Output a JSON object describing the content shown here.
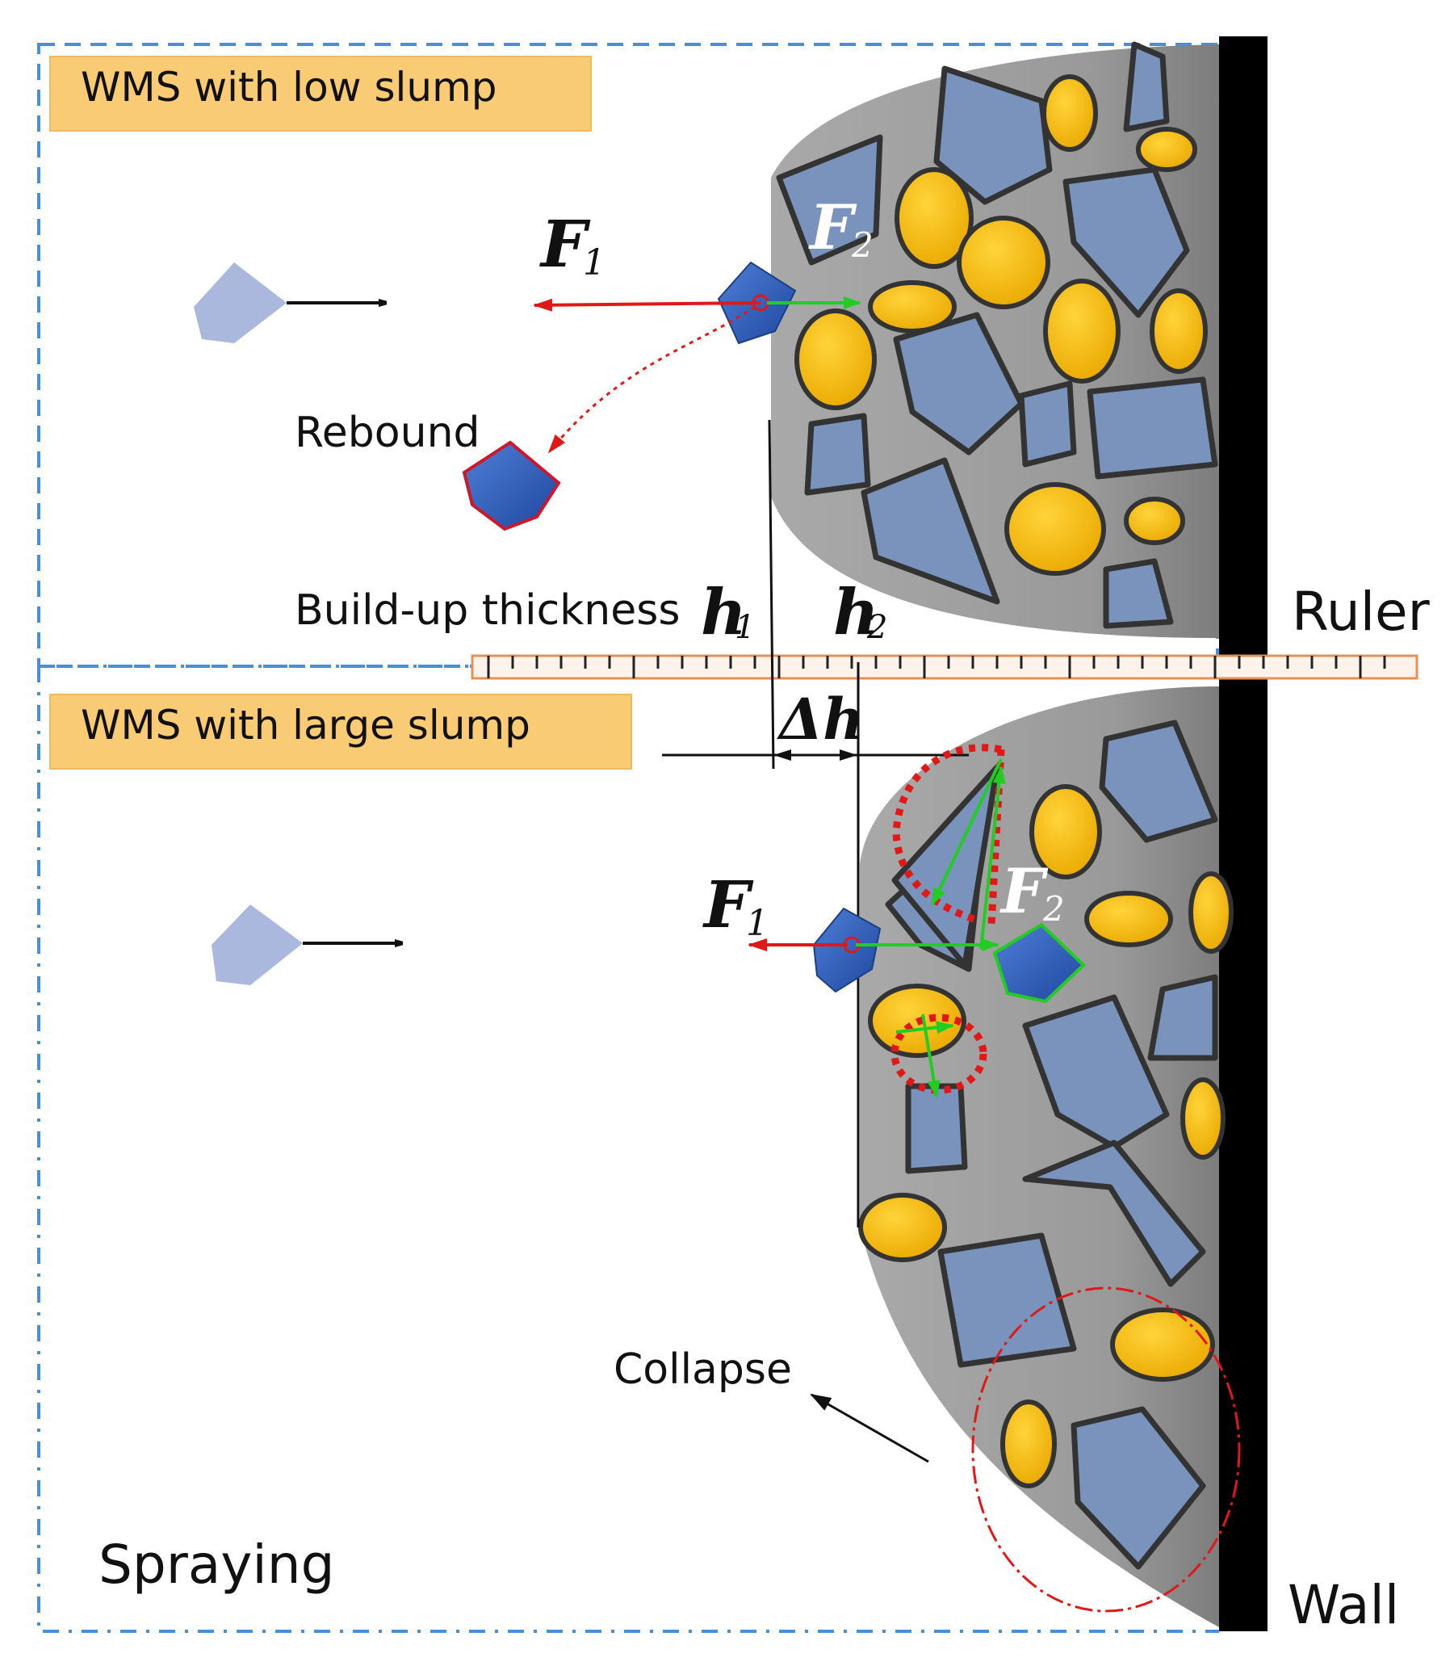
{
  "top_panel": {
    "title": "WMS with low slump"
  },
  "bottom_panel": {
    "title": "WMS with large slump"
  },
  "labels": {
    "rebound": "Rebound",
    "build_up": "Build-up thickness",
    "ruler": "Ruler",
    "collapse": "Collapse",
    "spraying": "Spraying",
    "wall": "Wall"
  },
  "symbols": {
    "f1_top": "F",
    "f1_top_sub": "1",
    "f2_top": "F",
    "f2_top_sub": "2",
    "h1": "h",
    "h1_sub": "1",
    "h2": "h",
    "h2_sub": "2",
    "dh": "Δh",
    "f1_bottom": "F",
    "f1_bottom_sub": "1",
    "f2_bottom": "F",
    "f2_bottom_sub": "2"
  },
  "colors": {
    "banner": "#f9cb75",
    "panel_border": "#4a8fd6",
    "mortar": "#9a9a9a",
    "aggregate_blue": "#7a93bc",
    "aggregate_yellow": "#f5b800",
    "particle": "#2f5fb3",
    "wall": "#000000",
    "force_red": "#e01818",
    "force_green": "#22cc22"
  }
}
